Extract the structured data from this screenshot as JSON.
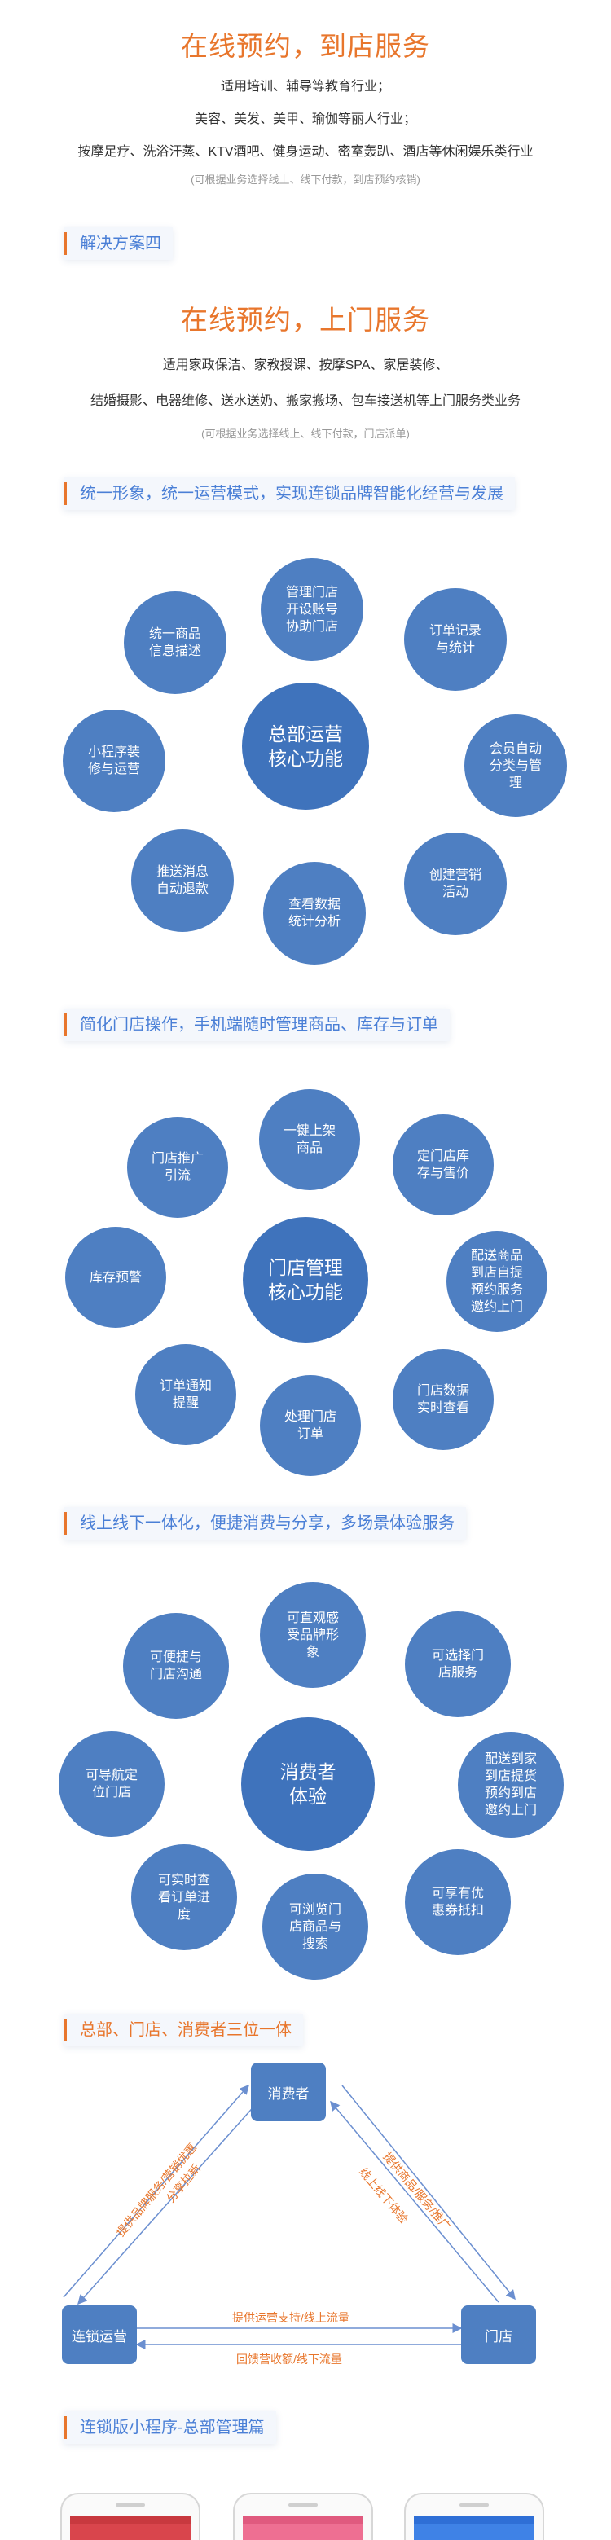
{
  "section3": {
    "title": "在线预约，到店服务",
    "lines": [
      "适用培训、辅导等教育行业；",
      "美容、美发、美甲、瑜伽等丽人行业；",
      "按摩足疗、洗浴汗蒸、KTV酒吧、健身运动、密室轰趴、酒店等休闲娱乐类行业"
    ],
    "note": "(可根据业务选择线上、线下付款，到店预约核销)"
  },
  "section4": {
    "tag": "解决方案四",
    "title": "在线预约，上门服务",
    "lines": [
      "适用家政保洁、家教授课、按摩SPA、家居装修、",
      "结婚摄影、电器维修、送水送奶、搬家搬场、包车接送机等上门服务类业务"
    ],
    "note": "(可根据业务选择线上、线下付款，门店派单)"
  },
  "wheel1": {
    "tag": "统一形象，统一运营模式，实现连锁品牌智能化经营与发展",
    "center": "总部运营\n核心功能",
    "items": [
      "管理门店\n开设账号\n协助门店",
      "订单记录\n与统计",
      "会员自动\n分类与管\n理",
      "创建营销\n活动",
      "查看数据\n统计分析",
      "推送消息\n自动退款",
      "小程序装\n修与运营",
      "统一商品\n信息描述"
    ]
  },
  "wheel2": {
    "tag": "简化门店操作，手机端随时管理商品、库存与订单",
    "center": "门店管理\n核心功能",
    "items": [
      "一键上架\n商品",
      "定门店库\n存与售价",
      "配送商品\n到店自提\n预约服务\n邀约上门",
      "门店数据\n实时查看",
      "处理门店\n订单",
      "订单通知\n提醒",
      "库存预警",
      "门店推广\n引流"
    ]
  },
  "wheel3": {
    "tag": "线上线下一体化，便捷消费与分享，多场景体验服务",
    "center": "消费者\n体验",
    "items": [
      "可直观感\n受品牌形\n象",
      "可选择门\n店服务",
      "配送到家\n到店提货\n预约到店\n邀约上门",
      "可享有优\n惠券抵扣",
      "可浏览门\n店商品与\n搜索",
      "可实时查\n看订单进\n度",
      "可导航定\n位门店",
      "可便捷与\n门店沟通"
    ]
  },
  "triangle": {
    "tag": "总部、门店、消费者三位一体",
    "consumer": "消费者",
    "hq": "连锁运营",
    "store": "门店",
    "left_outer": "提供品牌服务/营销优惠",
    "left_inner": "分享拉新",
    "right_outer": "提供商品/服务/推广",
    "right_inner": "线上线下体验",
    "bottom_top": "提供运营支持/线上流量",
    "bottom_bottom": "回馈营收额/线下流量"
  },
  "chain": {
    "tag": "连锁版小程序-总部管理篇"
  },
  "colors": {
    "accent_orange": "#e8762c",
    "accent_blue": "#4a7fd6",
    "circle_blue": "#4e7fc2"
  }
}
